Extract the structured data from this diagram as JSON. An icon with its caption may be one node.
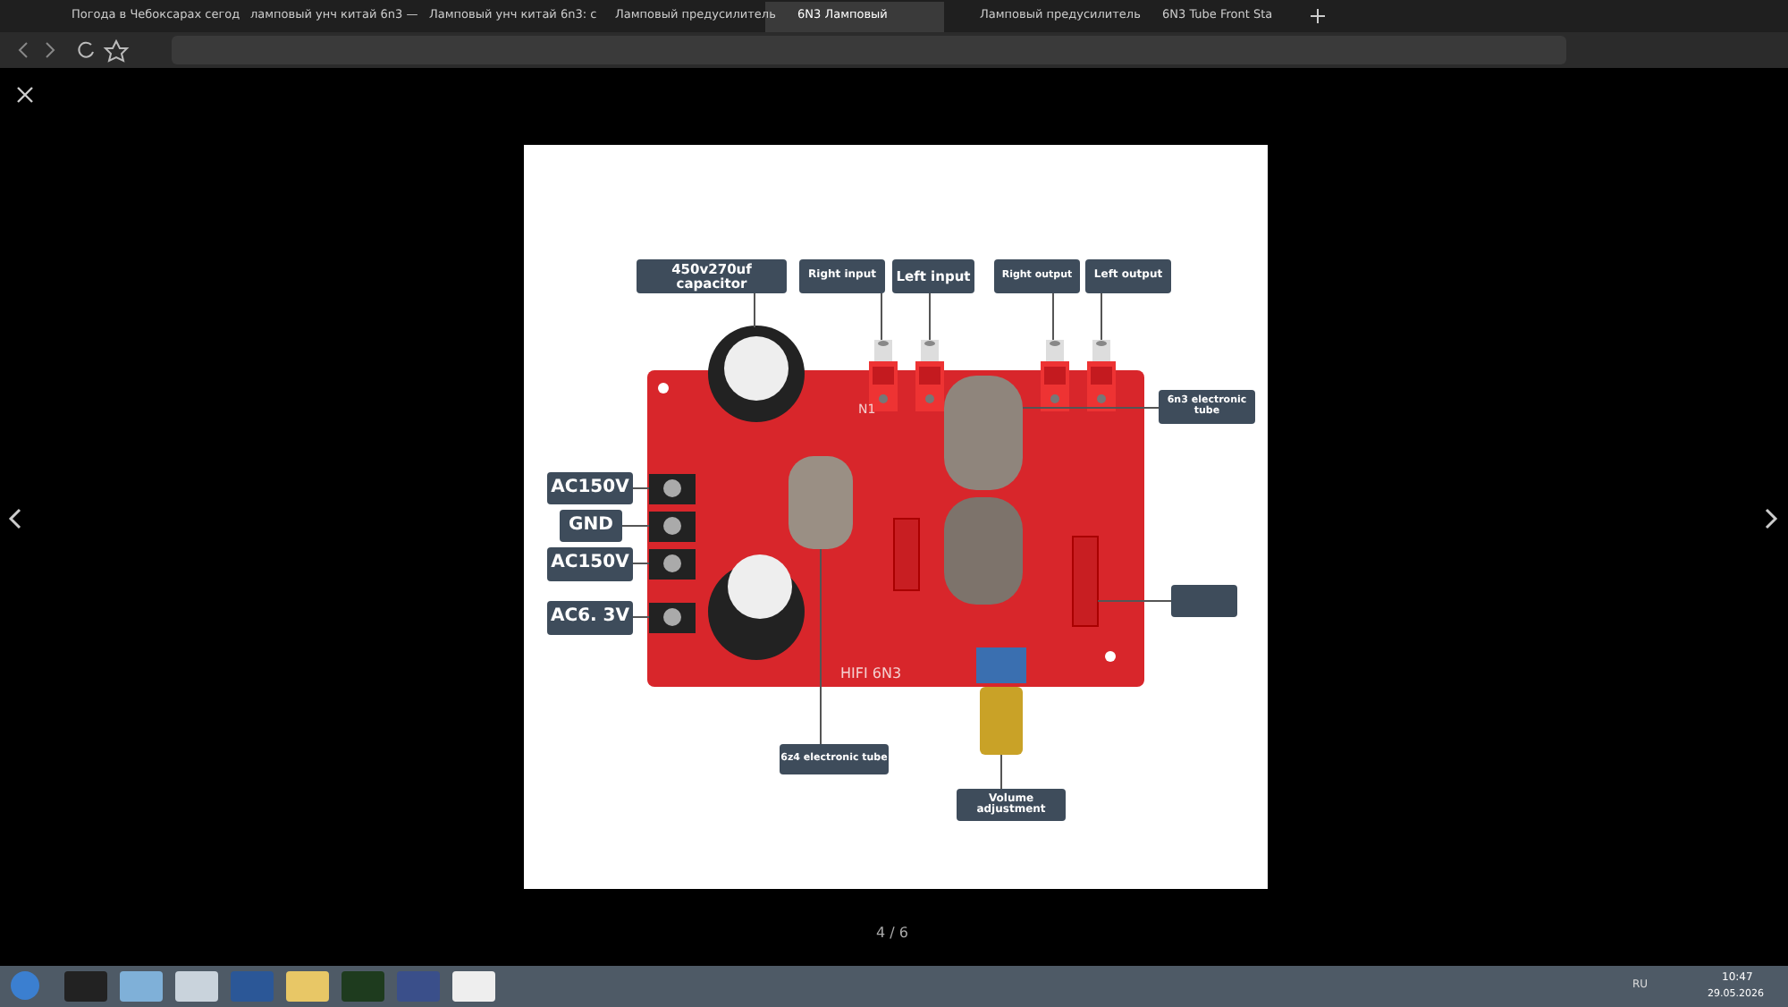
{
  "diagram": {
    "nodes": [
      {
        "text": [
          "450v270uf capacitor"
        ]
      },
      {
        "text": [
          "Right input"
        ]
      },
      {
        "text": [
          "Left input"
        ]
      },
      {
        "text": [
          "Right output"
        ]
      },
      {
        "text": [
          "Left output"
        ]
      },
      {
        "text": [
          "6n3 electronic tube"
        ]
      },
      {
        "text": [
          "AC150V"
        ]
      },
      {
        "text": [
          "GND"
        ]
      },
      {
        "text": [
          "AC150V"
        ]
      },
      {
        "text": [
          "AC6. 3V"
        ]
      },
      {
        "text": [],
        "shape": "box"
      },
      {
        "text": [
          "6z4 electronic tube"
        ]
      },
      {
        "text": [
          "Volume adjustment"
        ]
      },
      {
        "text": [],
        "shape": "picture"
      },
      {
        "text": [],
        "shape": "picture"
      },
      {
        "text": [],
        "shape": "picture"
      },
      {
        "text": [],
        "shape": "picture"
      },
      {
        "text": [],
        "shape": "picture"
      },
      {
        "text": [],
        "shape": "picture"
      },
      {
        "text": [],
        "shape": "picture"
      },
      {
        "text": [],
        "shape": "picture"
      },
      {
        "text": [],
        "shape": "picture"
      },
      {
        "text": [],
        "shape": "picture"
      },
      {
        "text": [],
        "shape": "picture"
      },
      {
        "text": [],
        "shape": "picture"
      },
      {
        "text": [],
        "shape": "picture"
      }
    ],
    "edges": [
      {
        "from": 0,
        "to": 13,
        "arrow": "none"
      },
      {
        "from": 1,
        "to": 14,
        "arrow": "none"
      },
      {
        "from": 2,
        "to": 15,
        "arrow": "none"
      },
      {
        "from": 3,
        "to": 16,
        "arrow": "none"
      },
      {
        "from": 4,
        "to": 17,
        "arrow": "none"
      },
      {
        "from": 5,
        "to": 18,
        "arrow": "none"
      },
      {
        "from": 6,
        "to": 19,
        "arrow": "none"
      },
      {
        "from": 7,
        "to": 20,
        "arrow": "none"
      },
      {
        "from": 8,
        "to": 21,
        "arrow": "none"
      },
      {
        "from": 9,
        "to": 22,
        "arrow": "none"
      },
      {
        "from": 10,
        "to": 23,
        "arrow": "none"
      },
      {
        "from": 11,
        "to": 24,
        "arrow": "none"
      },
      {
        "from": 12,
        "to": 25,
        "arrow": "none"
      }
    ],
    "labels": [
      "Погода в Чебоксарах сегод",
      "ламповый унч китай 6n3 —",
      "Ламповый унч китай 6n3: с",
      "Ламповый предусилитель",
      "6N3 Ламповый",
      "Ламповый предусилитель",
      "6N3 Tube Front Sta",
      "N1",
      "HIFI 6N3",
      "4 / 6",
      "RU",
      "10:47",
      "29.05.2026"
    ]
  }
}
